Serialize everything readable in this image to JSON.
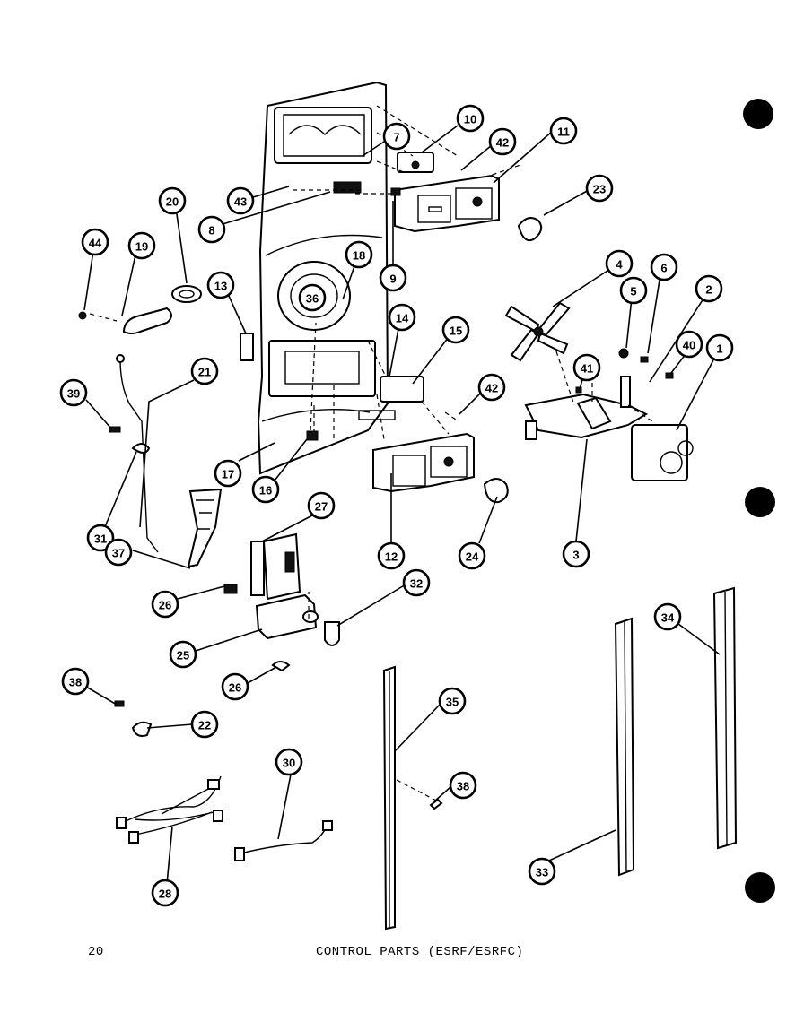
{
  "page": {
    "number": "20",
    "caption": "CONTROL PARTS (ESRF/ESRFC)"
  },
  "callouts": [
    {
      "label": "10"
    },
    {
      "label": "7"
    },
    {
      "label": "42"
    },
    {
      "label": "11"
    },
    {
      "label": "43"
    },
    {
      "label": "23"
    },
    {
      "label": "20"
    },
    {
      "label": "8"
    },
    {
      "label": "44"
    },
    {
      "label": "19"
    },
    {
      "label": "13"
    },
    {
      "label": "18"
    },
    {
      "label": "36"
    },
    {
      "label": "9"
    },
    {
      "label": "4"
    },
    {
      "label": "6"
    },
    {
      "label": "5"
    },
    {
      "label": "2"
    },
    {
      "label": "40"
    },
    {
      "label": "1"
    },
    {
      "label": "14"
    },
    {
      "label": "15"
    },
    {
      "label": "21"
    },
    {
      "label": "41"
    },
    {
      "label": "39"
    },
    {
      "label": "42"
    },
    {
      "label": "17"
    },
    {
      "label": "16"
    },
    {
      "label": "31"
    },
    {
      "label": "27"
    },
    {
      "label": "12"
    },
    {
      "label": "24"
    },
    {
      "label": "3"
    },
    {
      "label": "37"
    },
    {
      "label": "26"
    },
    {
      "label": "32"
    },
    {
      "label": "34"
    },
    {
      "label": "25"
    },
    {
      "label": "38"
    },
    {
      "label": "26"
    },
    {
      "label": "35"
    },
    {
      "label": "22"
    },
    {
      "label": "30"
    },
    {
      "label": "38"
    },
    {
      "label": "28"
    },
    {
      "label": "33"
    }
  ]
}
